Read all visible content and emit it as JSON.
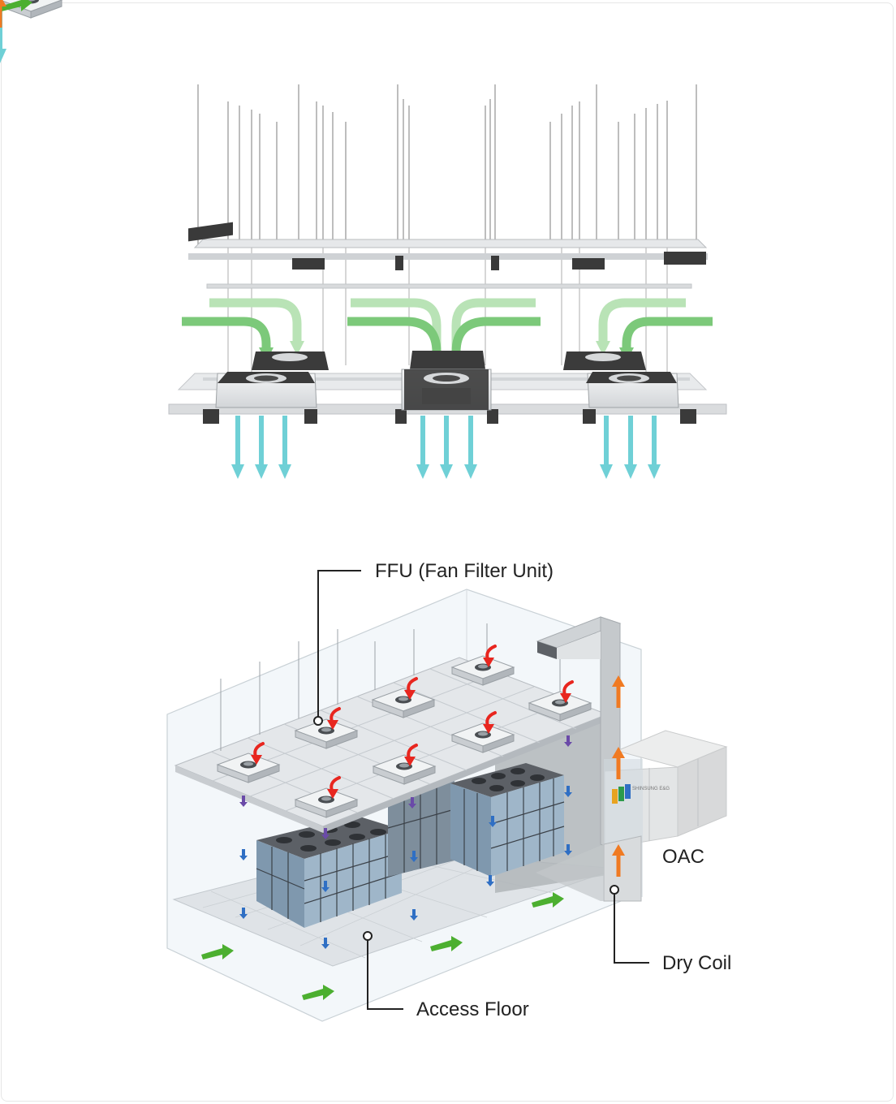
{
  "labels": {
    "ffu": "FFU (Fan Filter Unit)",
    "oac": "OAC",
    "dry_coil": "Dry Coil",
    "access_floor": "Access Floor",
    "brand": "SHINSUNG E&G"
  },
  "colors": {
    "supply_air_green": "#7cc97a",
    "downflow_cyan": "#6fd0d6",
    "red_arrow": "#e8261f",
    "orange_arrow": "#f07a22",
    "blue_arrow": "#2f6fc4",
    "purple_arrow": "#6a4aa8",
    "floor_arrow": "#4caf30",
    "callout_line": "#222222"
  },
  "icons": [
    "hanger-rod",
    "ceiling-grid",
    "ffu-module",
    "airflow-arrow",
    "cleanroom-box",
    "oac-unit",
    "duct"
  ]
}
